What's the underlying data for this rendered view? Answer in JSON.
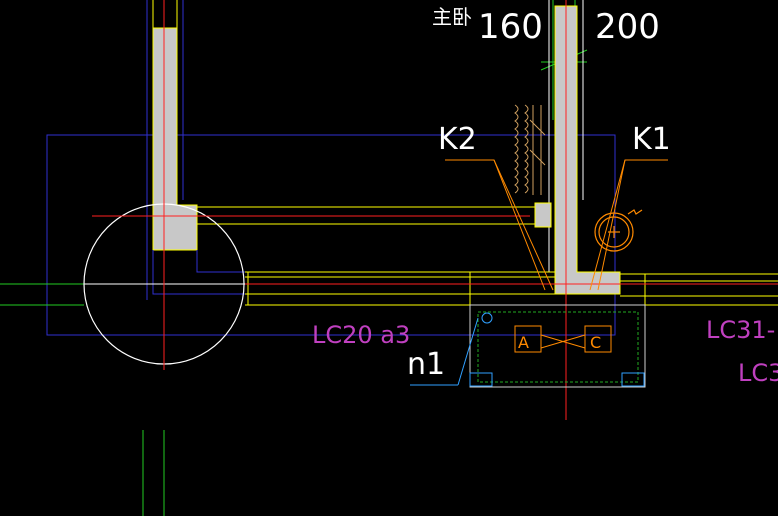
{
  "drawing": {
    "labels": {
      "room_name": "主卧",
      "dim_left": "160",
      "dim_right": "200",
      "tag_k2": "K2",
      "tag_k1": "K1",
      "lintel_left": "LC20 a3",
      "lintel_right_top": "LC31-",
      "lintel_right_bottom": "LC3",
      "node_n1": "n1",
      "box_a": "A",
      "box_c": "C"
    },
    "colors": {
      "background": "#000000",
      "wall_fill": "#c8c8c8",
      "wall_outline": "#ffff00",
      "axis_red": "#ff2020",
      "grid_blue": "#3030d0",
      "green_line": "#22cc22",
      "white_line": "#ffffff",
      "magenta_text": "#c040c0",
      "orange_leader": "#ff8a00",
      "cyan_symbol": "#30a0ff",
      "tan_hatch": "#d0a060"
    }
  }
}
